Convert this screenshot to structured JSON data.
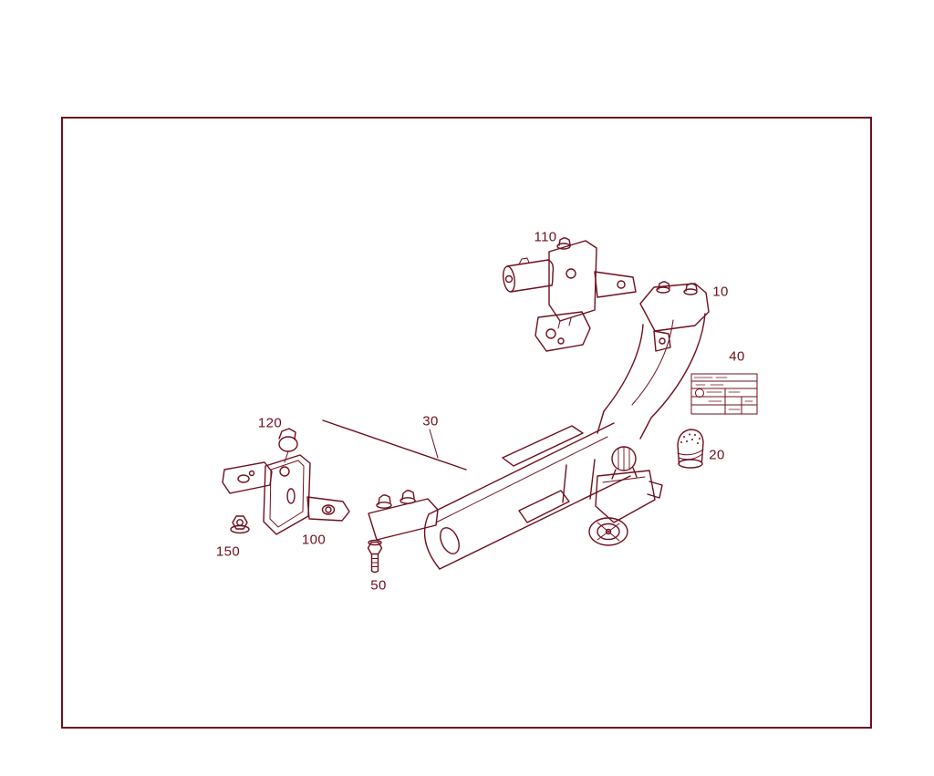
{
  "theme": {
    "ink": "#6e0f1f",
    "background": "#ffffff"
  },
  "diagram": {
    "callouts": [
      {
        "id": "110"
      },
      {
        "id": "10"
      },
      {
        "id": "40"
      },
      {
        "id": "20"
      },
      {
        "id": "30"
      },
      {
        "id": "120"
      },
      {
        "id": "100"
      },
      {
        "id": "150"
      },
      {
        "id": "50"
      }
    ]
  }
}
